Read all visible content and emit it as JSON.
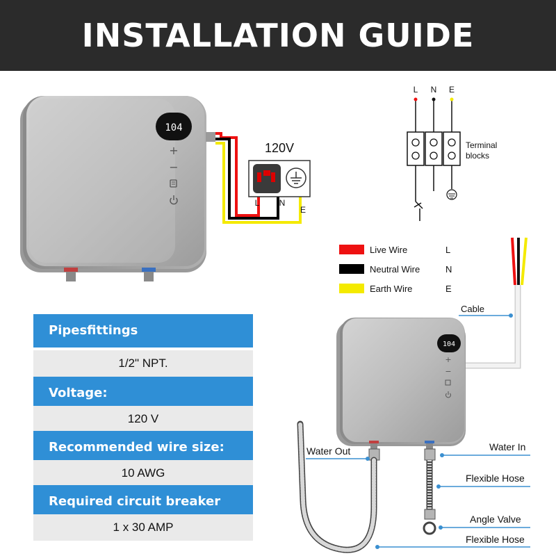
{
  "header": {
    "title": "INSTALLATION GUIDE"
  },
  "unit_display": {
    "temp_large": "104",
    "temp_small": "104",
    "plus": "+",
    "minus": "−"
  },
  "outlet": {
    "voltage": "120V",
    "live_letter": "L",
    "neutral_letter": "N",
    "earth_letter": "E"
  },
  "terminal": {
    "labels": [
      "L",
      "N",
      "E"
    ],
    "caption_line1": "Terminal",
    "caption_line2": "blocks"
  },
  "legend": [
    {
      "name": "Live Wire",
      "letter": "L",
      "color": "#ee1111"
    },
    {
      "name": "Neutral Wire",
      "letter": "N",
      "color": "#000000"
    },
    {
      "name": "Earth Wire",
      "letter": "E",
      "color": "#f4ea00"
    }
  ],
  "specs": [
    {
      "label": "Pipesfittings",
      "value": "1/2\" NPT."
    },
    {
      "label": "Voltage:",
      "value": "120 V"
    },
    {
      "label": "Recommended wire size:",
      "value": "10 AWG"
    },
    {
      "label": "Required circuit breaker",
      "value": "1 x 30 AMP"
    }
  ],
  "callouts": {
    "cable": "Cable",
    "water_out": "Water Out",
    "water_in": "Water In",
    "flexible_hose_1": "Flexible Hose",
    "angle_valve": "Angle Valve",
    "flexible_hose_2": "Flexible Hose"
  },
  "colors": {
    "banner": "#2b2b2b",
    "spec_header": "#2f8fd6",
    "spec_value_bg": "#eaeaea",
    "callout_line": "#3a8fd0",
    "unit_body": "#bdbdbd"
  }
}
